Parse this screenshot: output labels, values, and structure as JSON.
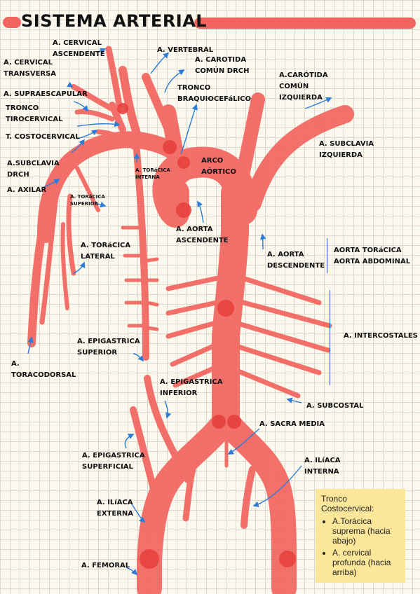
{
  "title": "SISTEMA ARTERIAL",
  "colors": {
    "artery": "#f2645f",
    "artery_dark": "#e8403d",
    "arrow": "#2b7bd8",
    "highlight": "#f6ec8f",
    "note_bg": "#fbe69a"
  },
  "labels": {
    "cervical_ascendente": [
      "A. CERVICAL",
      "ASCENDENTE"
    ],
    "vertebral": "A. VERTEBRAL",
    "cervical_transversa": [
      "A. CERVICAL",
      "TRANSVERSA"
    ],
    "carotida_comun_drch": [
      "A. CAROTIDA",
      "COMÚN DRCH"
    ],
    "carotida_comun_izq": [
      "A.CARÓTIDA",
      "COMÚN",
      "IZQUIERDA"
    ],
    "supraescapular": "A. SUPRAESCAPULAR",
    "tronco_tirocervical": [
      "TRONCO",
      "TIROCERVICAL"
    ],
    "tronco_braquiocefalico": [
      "TRONCO",
      "BRAQUIOCEFáLICO"
    ],
    "costocervical": "T. COSTOCERVICAL",
    "subclavia_izq": [
      "A. SUBCLAVIA",
      "IZQUIERDA"
    ],
    "subclavia_drch": [
      "A.SUBCLAVIA",
      "DRCH"
    ],
    "toracica_interna": [
      "A. TORáCICA",
      "INTERNA"
    ],
    "arco_aortico": [
      "ARCO",
      "AÓRTICO"
    ],
    "axilar": "A. AXILAR",
    "toracica_superior": [
      "A. TORáCICA",
      "SUPERIOR"
    ],
    "aorta_ascendente": [
      "A. AORTA",
      "ASCENDENTE"
    ],
    "toracica_lateral": [
      "A. TORáCICA",
      "LATERAL"
    ],
    "aorta_descendente": [
      "A. AORTA",
      "DESCENDENTE"
    ],
    "aorta_toracica_abdominal": [
      "AORTA TORáCICA",
      "AORTA ABDOMINAL"
    ],
    "intercostales": "A. INTERCOSTALES",
    "epigastrica_superior": [
      "A. EPIGASTRICA",
      "SUPERIOR"
    ],
    "toracodorsal": [
      "A.",
      "TORACODORSAL"
    ],
    "epigastrica_inferior": [
      "A. EPIGASTRICA",
      "INFERIOR"
    ],
    "subcostal": "A. SUBCOSTAL",
    "sacra_media": "A. SACRA MEDIA",
    "epigastrica_superficial": [
      "A. EPIGASTRICA",
      "SUPERFICIAL"
    ],
    "iliaca_interna": [
      "A. ILíACA",
      "INTERNA"
    ],
    "iliaca_externa": [
      "A. ILíACA",
      "EXTERNA"
    ],
    "femoral": "A. FEMORAL"
  },
  "note": {
    "title": "Tronco Costocervical:",
    "items": [
      "A.Torácica suprema (hacia abajo)",
      "A. cervical profunda (hacia arriba)"
    ]
  }
}
